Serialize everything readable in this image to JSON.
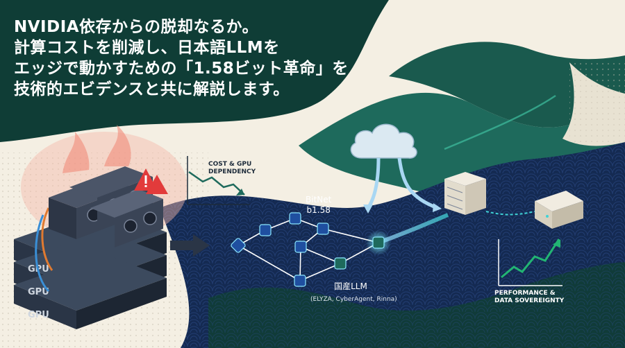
{
  "headline": {
    "lines": [
      "NVIDIA依存からの脱却なるか。",
      "計算コストを削減し、日本語LLMを",
      "エッジで動かすための「1.58ビット革命」を",
      "技術的エビデンスと共に解説します。"
    ]
  },
  "labels": {
    "cost_line1": "COST & GPU",
    "cost_line2": "DEPENDENCY",
    "bitnet_line1": "BitNet",
    "bitnet_line2": "b1.58",
    "domestic_llm": "国産LLM",
    "domestic_llm_examples": "(ELYZA, CyberAgent, Rinna)",
    "performance_line1": "PERFORMANCE &",
    "performance_line2": "DATA SOVEREIGNTY",
    "gpu_text": "GPU"
  },
  "colors": {
    "dark_green": "#12443c",
    "teal": "#1f6b5e",
    "navy": "#142a52",
    "accent_cyan": "#3fd3d6",
    "warning_red": "#e23b3b",
    "cream": "#f4efe3"
  }
}
